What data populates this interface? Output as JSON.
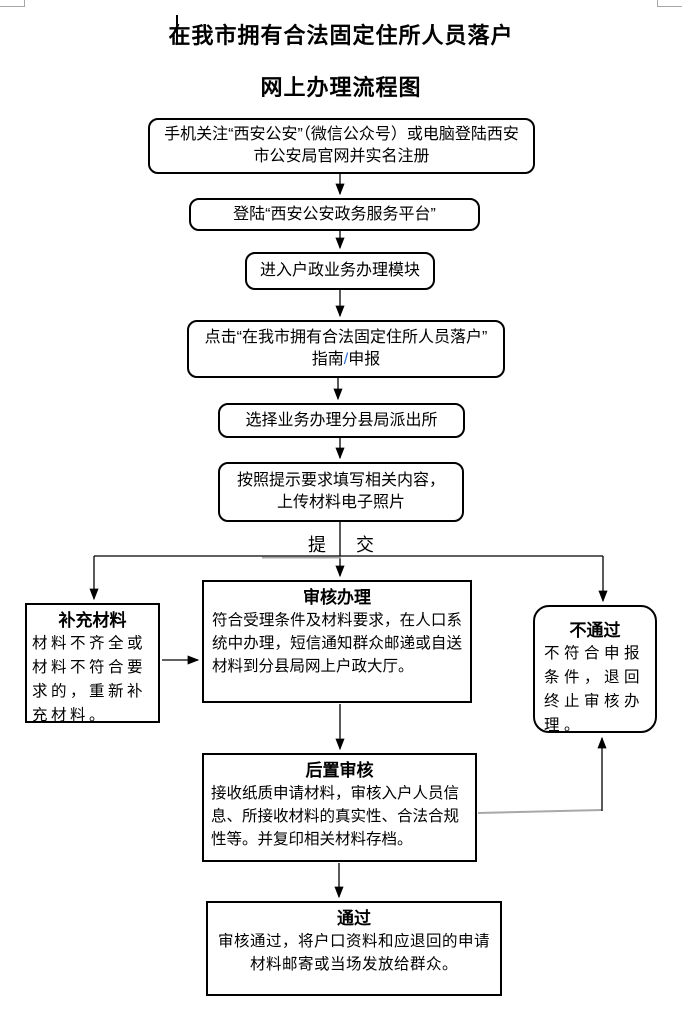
{
  "title": {
    "line1": "在我市拥有合法固定住所人员落户",
    "line2": "网上办理流程图"
  },
  "steps": [
    {
      "lines": [
        "手机关注“西安公安”（微信公众号）或电脑登陆西安",
        "市公安局官网并实名注册"
      ]
    },
    {
      "lines": [
        "登陆“西安公安政务服务平台”"
      ]
    },
    {
      "lines": [
        "进入户政业务办理模块"
      ]
    },
    {
      "line1": "点击“在我市拥有合法固定住所人员落户”",
      "line2_pre": "指南",
      "slash": "/",
      "line2_post": "申报"
    },
    {
      "lines": [
        "选择业务办理分县局派出所"
      ]
    },
    {
      "lines": [
        "按照提示要求填写相关内容，",
        "上传材料电子照片"
      ]
    }
  ],
  "submit_label": {
    "char1": "提",
    "char2": "交"
  },
  "branches": {
    "supplement": {
      "title": "补充材料",
      "body": "材料不齐全或材料不符合要求的，重新补充材料。"
    },
    "review": {
      "title": "审核办理",
      "body": "符合受理条件及材料要求，在人口系统中办理，短信通知群众邮递或自送材料到分县局网上户政大厅。"
    },
    "reject": {
      "title": "不通过",
      "body": "不符合申报条件，退回终止审核办理。"
    }
  },
  "post_review": {
    "title": "后置审核",
    "body": "接收纸质申请材料，审核入户人员信息、所接收材料的真实性、合法合规性等。并复印相关材料存档。"
  },
  "pass": {
    "title": "通过",
    "body": "审核通过，将户口资料和应退回的申请材料邮寄或当场发放给群众。"
  },
  "colors": {
    "slash_blue": "#2b6cd4",
    "line_black": "#000000",
    "line_gray": "#a8a8a8",
    "corner_gray": "#a6a6a6"
  }
}
